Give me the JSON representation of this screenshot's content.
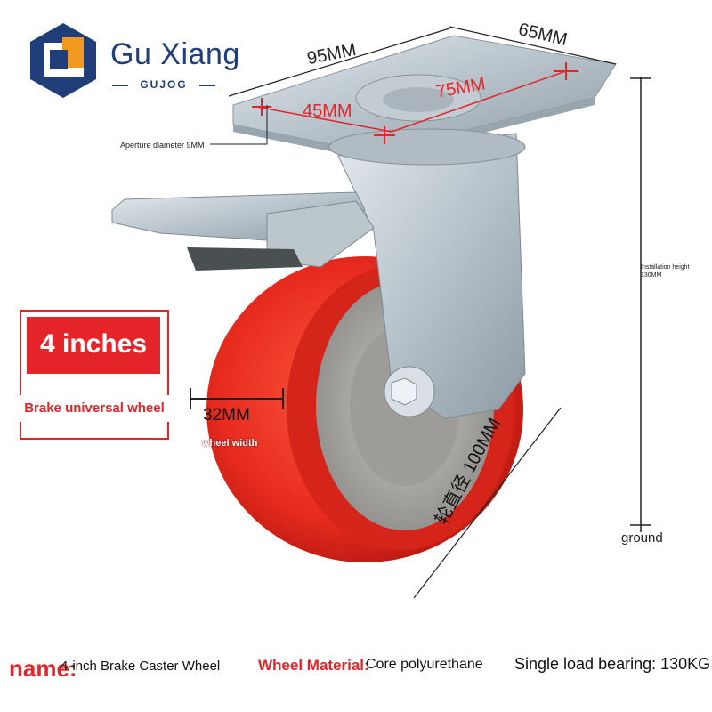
{
  "brand": {
    "name": "Gu Xiang",
    "sub": "GUJOG",
    "colors": {
      "navy": "#1f3e7a",
      "orange": "#f29a1f"
    }
  },
  "product": {
    "colors": {
      "wheel": "#e62a1e",
      "hub": "#a9a8a6",
      "metal": "#c9d3da",
      "accent": "#e5242a"
    }
  },
  "dimensions": {
    "plate_length": "95MM",
    "plate_width": "65MM",
    "hole_spacing_short": "45MM",
    "hole_spacing_long": "75MM",
    "aperture": "Aperture diameter 9MM",
    "installation_height": "Installation height 130MM",
    "ground": "ground",
    "wheel_width_value": "32MM",
    "wheel_width_label": "wheel width",
    "wheel_diameter": "轮直径 100MM"
  },
  "badge": {
    "size": "4 inches",
    "type": "Brake universal wheel"
  },
  "footer": {
    "name_label": "name:",
    "name_value": "4-inch Brake Caster Wheel",
    "material_label": "Wheel Material:",
    "material_value": "Core polyurethane",
    "load": "Single load bearing: 130KG"
  }
}
